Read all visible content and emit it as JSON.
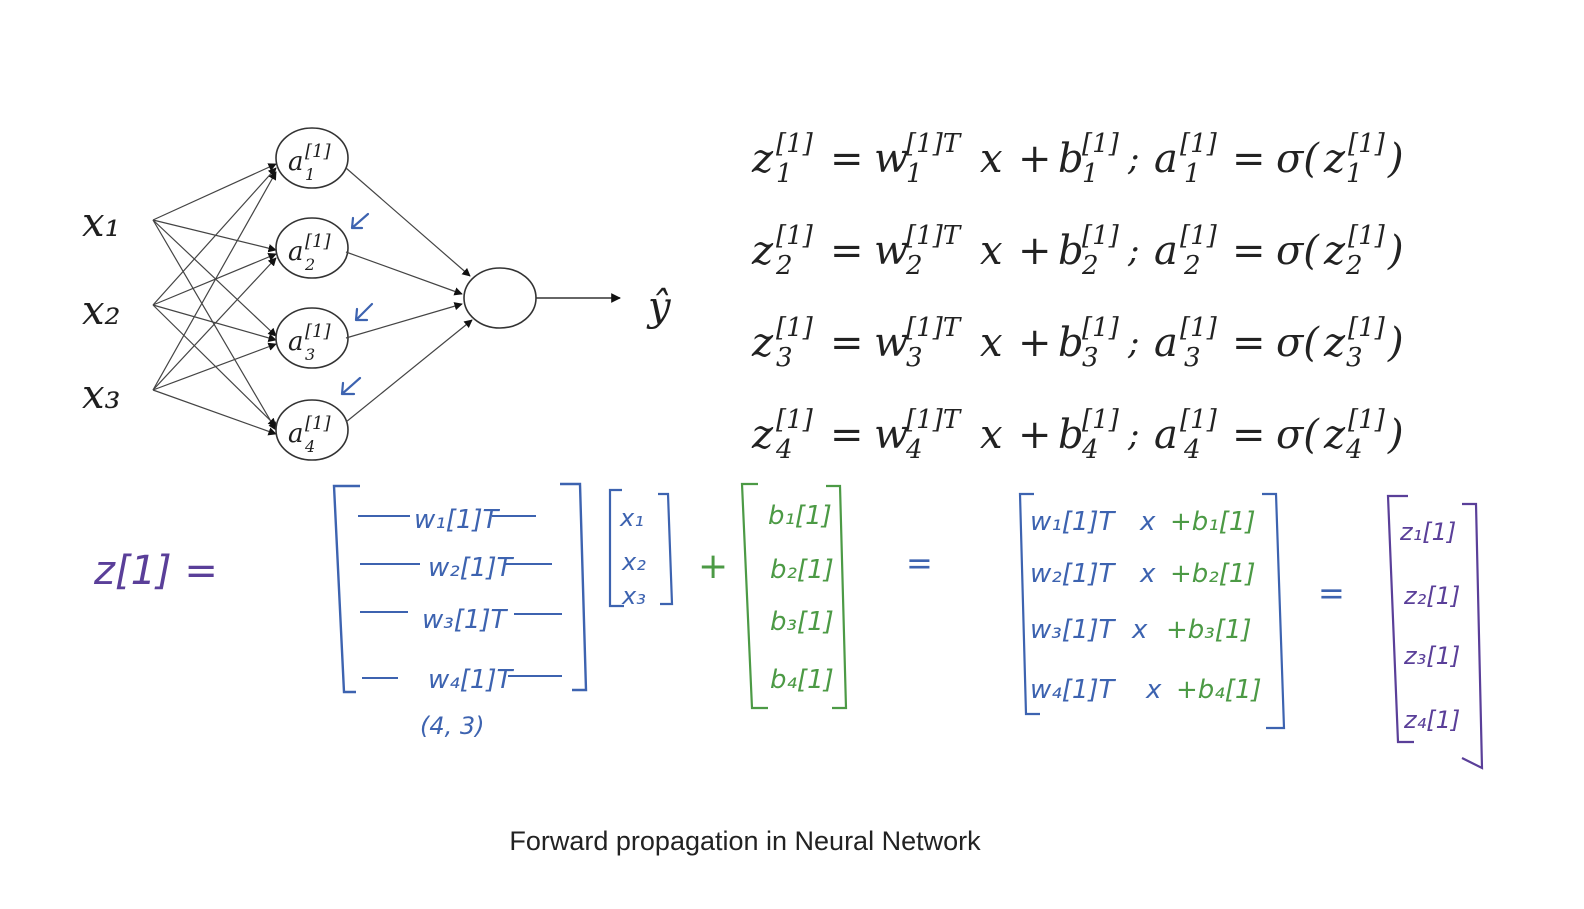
{
  "network": {
    "inputs": [
      "x₁",
      "x₂",
      "x₃"
    ],
    "hidden_units": [
      {
        "base": "a",
        "sup": "[1]",
        "sub": "1"
      },
      {
        "base": "a",
        "sup": "[1]",
        "sub": "2"
      },
      {
        "base": "a",
        "sup": "[1]",
        "sub": "3"
      },
      {
        "base": "a",
        "sup": "[1]",
        "sub": "4"
      }
    ],
    "output": "ŷ"
  },
  "equations": [
    {
      "index": "1",
      "text_eq": "=",
      "plus": "+",
      "semicolon": ";",
      "sigma": "σ"
    },
    {
      "index": "2",
      "text_eq": "=",
      "plus": "+",
      "semicolon": ";",
      "sigma": "σ"
    },
    {
      "index": "3",
      "text_eq": "=",
      "plus": "+",
      "semicolon": ";",
      "sigma": "σ"
    },
    {
      "index": "4",
      "text_eq": "=",
      "plus": "+",
      "semicolon": ";",
      "sigma": "σ"
    }
  ],
  "handwritten": {
    "lhs": "z[1] =",
    "weight_rows": [
      "w₁[1]T",
      "w₂[1]T",
      "w₃[1]T",
      "w₄[1]T"
    ],
    "weight_dims": "(4, 3)",
    "x_vector": [
      "x₁",
      "x₂",
      "x₃"
    ],
    "plus": "+",
    "bias_vector": [
      "b₁[1]",
      "b₂[1]",
      "b₃[1]",
      "b₄[1]"
    ],
    "equals_1": "=",
    "result_rows": [
      {
        "w": "w₁[1]T",
        "x": "x",
        "b": "+b₁[1]"
      },
      {
        "w": "w₂[1]T",
        "x": "x",
        "b": "+b₂[1]"
      },
      {
        "w": "w₃[1]T",
        "x": "x",
        "b": "+b₃[1]"
      },
      {
        "w": "w₄[1]T",
        "x": "x",
        "b": "+b₄[1]"
      }
    ],
    "equals_2": "=",
    "z_vector": [
      "z₁[1]",
      "z₂[1]",
      "z₃[1]",
      "z₄[1]"
    ]
  },
  "caption": "Forward propagation in Neural Network",
  "colors": {
    "blue_ink": "#3d63b0",
    "green_ink": "#4c9a45",
    "purple_ink": "#5a3f99"
  }
}
